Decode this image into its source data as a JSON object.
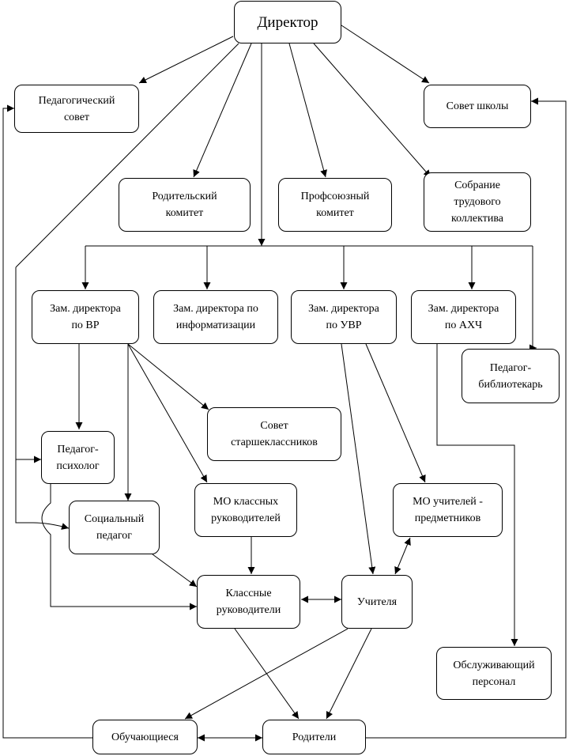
{
  "nodes": {
    "director": "Директор",
    "ped_council": "Педагогический\nсовет",
    "school_council": "Совет школы",
    "parent_committee": "Родительский\nкомитет",
    "trade_union": "Профсоюзный\nкомитет",
    "labor_meeting": "Собрание\nтрудового\nколлектива",
    "deputy_vr": "Зам. директора\nпо ВР",
    "deputy_inf": "Зам. директора по\nинформатизации",
    "deputy_uvr": "Зам. директора\nпо УВР",
    "deputy_ahch": "Зам. директора\nпо АХЧ",
    "librarian": "Педагог-\nбиблиотекарь",
    "psychologist": "Педагог-\nпсихолог",
    "senior_council": "Совет\nстаршеклассников",
    "social_teacher": "Социальный\nпедагог",
    "mo_class": "МО классных\nруководителей",
    "mo_subject": "МО учителей  -\nпредметников",
    "class_teachers": "Классные\nруководители",
    "teachers": "Учителя",
    "service_staff": "Обслуживающий\nперсонал",
    "students": "Обучающиеся",
    "parents": "Родители"
  }
}
